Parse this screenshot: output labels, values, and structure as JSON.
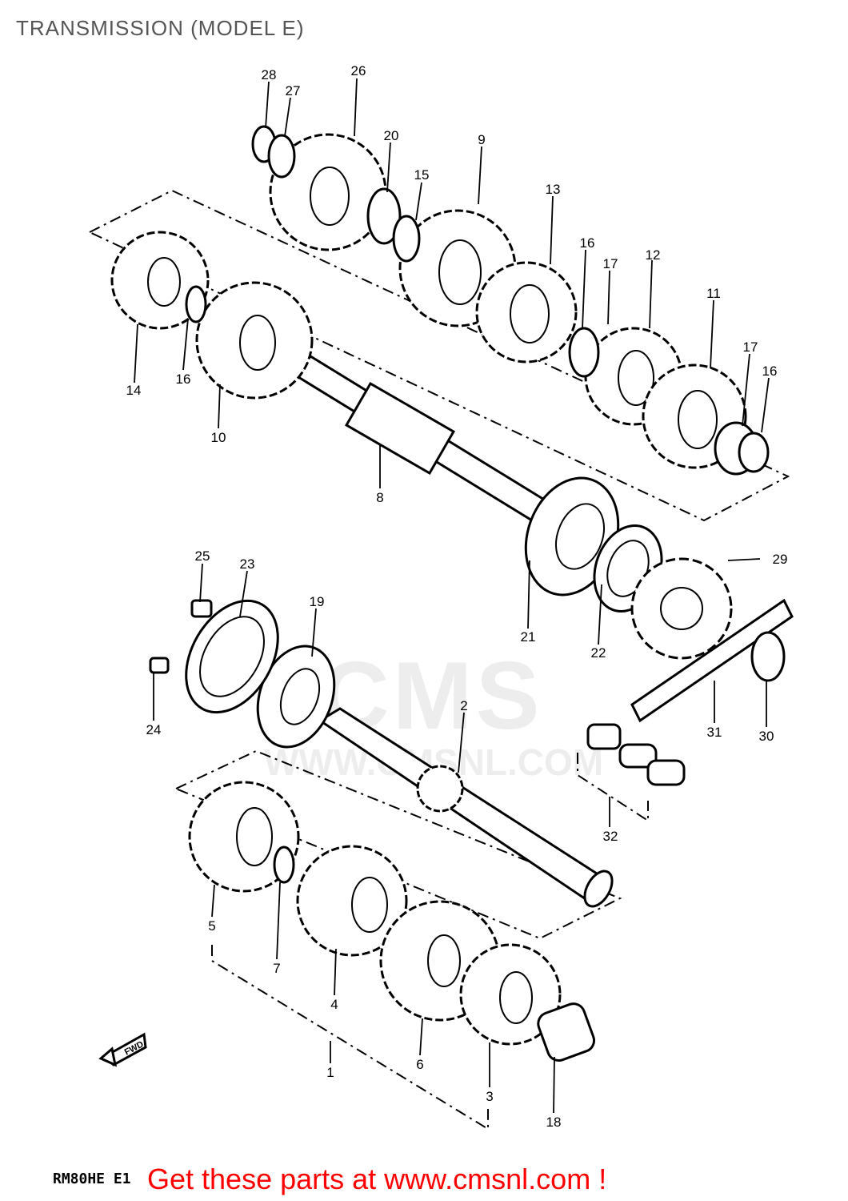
{
  "title": "TRANSMISSION (MODEL E)",
  "footer": {
    "code": "RM80HE E1",
    "link_text": "Get these parts at www.cmsnl.com !"
  },
  "watermark": {
    "brand": "CMS",
    "url": "WWW.CMSNL.COM"
  },
  "fwd_label": "FWD",
  "callouts": [
    "28",
    "27",
    "26",
    "20",
    "15",
    "9",
    "13",
    "16",
    "12",
    "17",
    "11",
    "17",
    "16",
    "14",
    "16",
    "10",
    "8",
    "21",
    "22",
    "29",
    "25",
    "23",
    "19",
    "24",
    "2",
    "31",
    "30",
    "32",
    "5",
    "7",
    "4",
    "6",
    "3",
    "1",
    "18"
  ],
  "colors": {
    "ink": "#000000",
    "footer_link": "#ff0000",
    "title": "#555555"
  }
}
